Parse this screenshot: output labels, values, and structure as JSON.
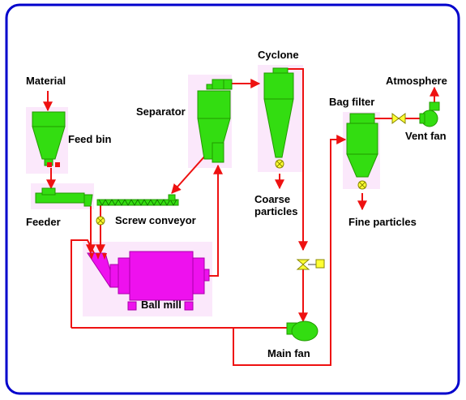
{
  "labels": {
    "material": "Material",
    "feed_bin": "Feed bin",
    "feeder": "Feeder",
    "screw_conveyor": "Screw conveyor",
    "ball_mill": "Ball mill",
    "separator": "Separator",
    "cyclone": "Cyclone",
    "coarse_particles_line1": "Coarse",
    "coarse_particles_line2": "particles",
    "bag_filter": "Bag filter",
    "fine_particles": "Fine particles",
    "atmosphere": "Atmosphere",
    "vent_fan": "Vent fan",
    "main_fan": "Main fan"
  },
  "colors": {
    "frame": "#0000cc",
    "equipment": "#33dd11",
    "equipment_outline": "#229900",
    "ball_mill": "#ee11ee",
    "flow_line": "#ee1111",
    "background_panel": "#fbe8fb",
    "valve": "#ffff33"
  },
  "icons": [
    "valve-icon",
    "rotary-valve-icon",
    "fan-icon",
    "arrow-icon"
  ]
}
